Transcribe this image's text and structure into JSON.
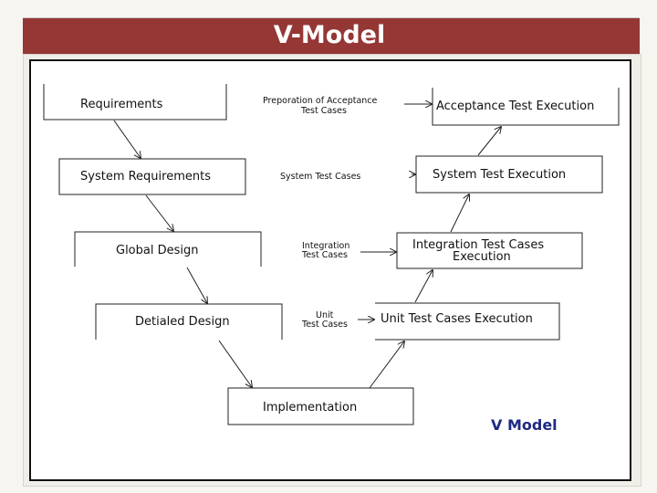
{
  "slide": {
    "title": "V-Model"
  },
  "diagram": {
    "caption": "V Model",
    "left_boxes": {
      "requirements": "Requirements",
      "system_requirements": "System Requirements",
      "global_design": "Global Design",
      "detailed_design": "Detialed Design",
      "implementation": "Implementation"
    },
    "right_boxes": {
      "acceptance": "Acceptance Test Execution",
      "system": "System Test Execution",
      "integration_line1": "Integration Test Cases",
      "integration_line2": "Execution",
      "unit": "Unit Test Cases Execution"
    },
    "middle_labels": {
      "acceptance_line1": "Preporation of Acceptance",
      "acceptance_line2": "Test Cases",
      "system": "System Test Cases",
      "integration_line1": "Integration",
      "integration_line2": "Test Cases",
      "unit_line1": "Unit",
      "unit_line2": "Test Cases"
    }
  }
}
